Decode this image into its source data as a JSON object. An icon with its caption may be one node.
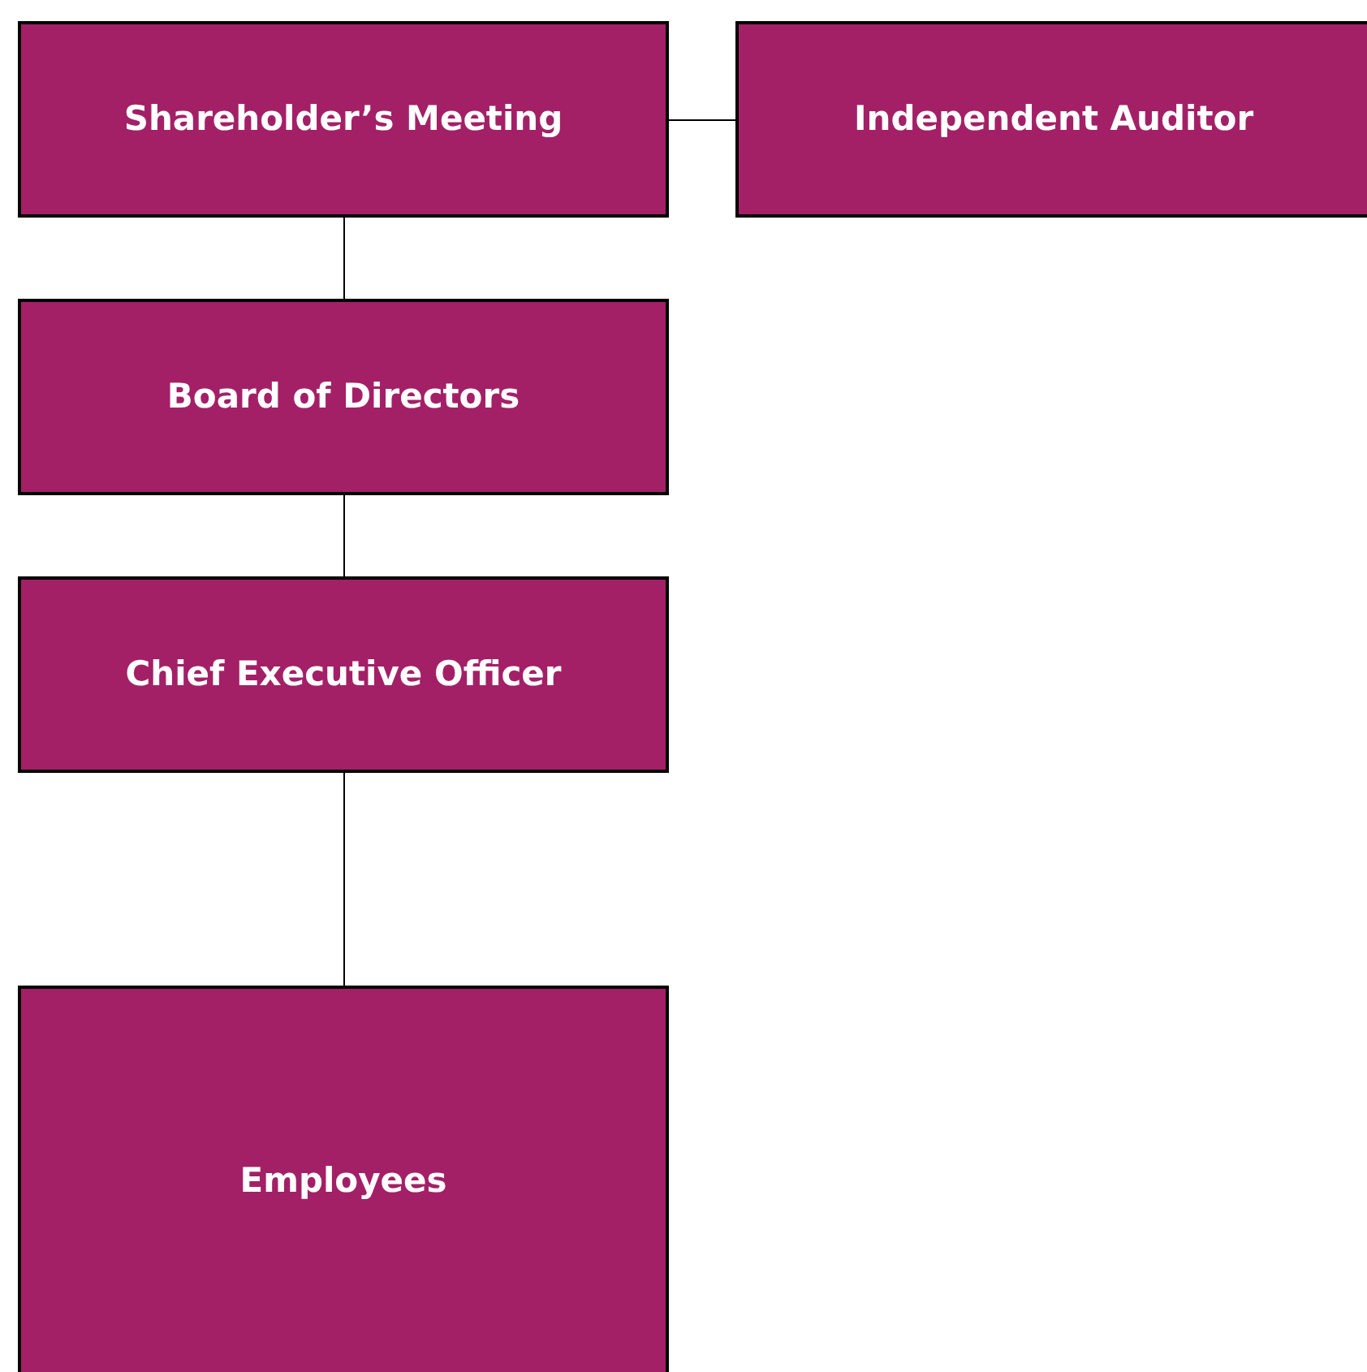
{
  "diagram": {
    "nodes": [
      {
        "text": [
          "Shareholder’s Meeting"
        ]
      },
      {
        "text": [
          "Independent Auditor"
        ]
      },
      {
        "text": [
          "Board of Directors"
        ]
      },
      {
        "text": [
          "Chief Executive Officer"
        ]
      },
      {
        "text": [
          "Employees"
        ]
      }
    ],
    "edges": [
      {
        "from": 0,
        "to": 1,
        "arrow": "none"
      },
      {
        "from": 0,
        "to": 2,
        "arrow": "none"
      },
      {
        "from": 2,
        "to": 3,
        "arrow": "none"
      },
      {
        "from": 3,
        "to": 4,
        "arrow": "none"
      }
    ]
  }
}
